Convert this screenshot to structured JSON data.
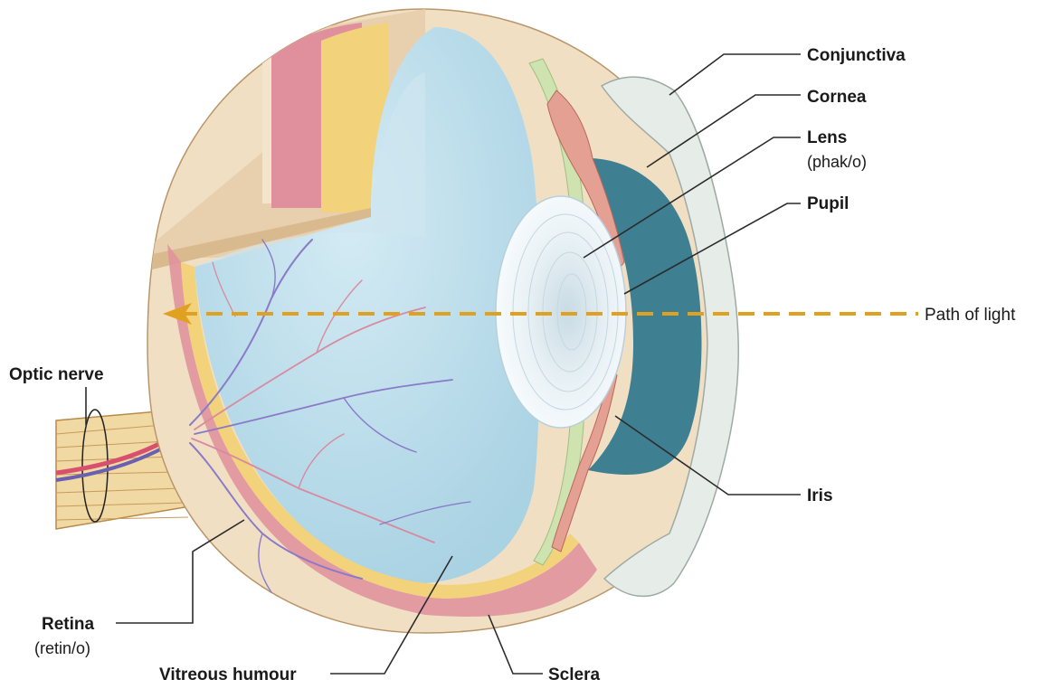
{
  "labels": {
    "conjunctiva": "Conjunctiva",
    "cornea": "Cornea",
    "lens": "Lens",
    "lens_root": "(phak/o)",
    "pupil": "Pupil",
    "path_of_light": "Path of light",
    "optic_nerve": "Optic nerve",
    "iris": "Iris",
    "retina": "Retina",
    "retina_root": "(retin/o)",
    "vitreous_humour": "Vitreous humour",
    "sclera": "Sclera"
  },
  "colors": {
    "sclera": "#f1dfc4",
    "sclera_shadow": "#e3c9a3",
    "choroid": "#e08f9c",
    "retina": "#f2d27a",
    "vitreous": "#b9dcea",
    "vitreous_light": "#d4ebf4",
    "cornea": "#e6ece8",
    "anterior_chamber": "#3f7f92",
    "lens": "#e9f2f7",
    "iris": "#e4a092",
    "light_path": "#e0a020",
    "artery": "#d8506e",
    "vein": "#6a5fb0",
    "nerve": "#f1d9a4"
  }
}
